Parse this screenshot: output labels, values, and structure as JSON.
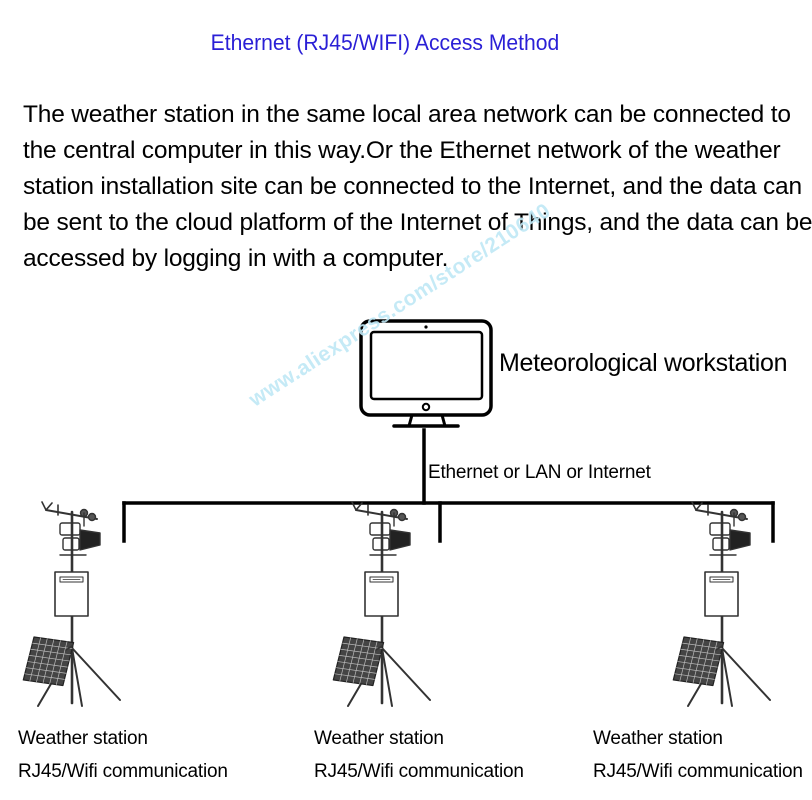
{
  "title": "Ethernet (RJ45/WIFI) Access Method",
  "intro_lines": [
    "The weather station in the same local area network can be connected to",
    "the central computer in this way.Or the Ethernet network of the weather",
    "station installation site can be connected to the Internet, and the data can",
    "be sent to the cloud platform of the Internet of Things, and the data can be",
    "accessed by logging in with a computer."
  ],
  "workstation_label": "Meteorological workstation",
  "connection_label": "Ethernet or LAN or Internet",
  "watermark": "www.aliexpress.com/store/210640",
  "stations": [
    {
      "name": "Weather station",
      "comm": "RJ45/Wifi communication"
    },
    {
      "name": "Weather station",
      "comm": "RJ45/Wifi communication"
    },
    {
      "name": "Weather station",
      "comm": "RJ45/Wifi communication"
    }
  ],
  "colors": {
    "title": "#2a1fd6",
    "watermark": "#bfe8f6",
    "line": "#000000"
  }
}
